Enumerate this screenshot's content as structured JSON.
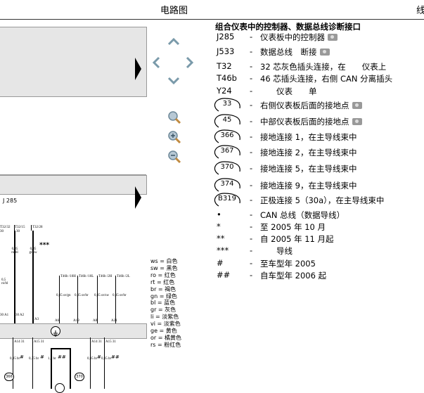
{
  "header": {
    "title": "电路图",
    "corner_char": "线"
  },
  "diagram": {
    "module_label": "J 285",
    "top_pins": [
      "T32/32",
      "T32/15",
      "T32/28"
    ],
    "top_pin_nums": [
      "30",
      "30",
      ""
    ],
    "wire_top": [
      "0,35 ro/bl",
      "0,35 gr/sw"
    ],
    "stars": "***",
    "right_pins": [
      "T46b /10H",
      "T46b /10L",
      "T46b /2H",
      "T46b /2L"
    ],
    "right_wires": [
      "0,35 or/gn",
      "0,35 or/br",
      "0,35 or/sw",
      "0,35 or/br"
    ],
    "left_wire": "0,5 ro/bl",
    "connector_pins": [
      "30 A1",
      "30 A2",
      "A3",
      "A6",
      "A19",
      "A8",
      "A21"
    ],
    "connector_icon": "ground-symbol",
    "bottom_pins": [
      "A14 31",
      "A15 31",
      "A14 31",
      "A15 31"
    ],
    "bottom_wires": [
      "0,35 br",
      "0,35 br",
      "1,5 br",
      "0,35 br",
      "0,35 br"
    ],
    "bottom_marks": [
      "#",
      "#",
      "##",
      "#",
      "##"
    ],
    "bottom_circles": [
      "366",
      "370"
    ]
  },
  "nav": {
    "up": "up-arrow",
    "down": "down-arrow",
    "left": "left-arrow",
    "right": "right-arrow",
    "zoom_fit": "magnifier",
    "zoom_in": "zoom-in",
    "zoom_out": "zoom-out"
  },
  "color_key": [
    "ws = 白色",
    "sw = 黑色",
    "ro = 红色",
    "rt = 红色",
    "br = 褐色",
    "gn = 绿色",
    "bl = 蓝色",
    "gr = 灰色",
    "li = 淡紫色",
    "vi = 淡紫色",
    "ge = 黄色",
    "or = 橘黄色",
    "rs = 粉红色"
  ],
  "legend": {
    "title": "组合仪表中的控制器、数据总线诊断接口",
    "items": [
      {
        "code": "J285",
        "desc": "仪表板中的控制器",
        "camera": true
      },
      {
        "code": "J533",
        "desc": "数据总线　断接",
        "camera": true
      },
      {
        "code": "T32",
        "desc": "32 芯灰色插头连接，在　　仪表上",
        "camera": false
      },
      {
        "code": "T46b",
        "desc": "46 芯插头连接，右侧 CAN 分离插头",
        "camera": false
      },
      {
        "code": "Y24",
        "desc": "　　仪表　　单",
        "camera": false
      },
      {
        "code": "33",
        "desc": "右侧仪表板后面的接地点",
        "camera": true
      },
      {
        "code": "45",
        "desc": "中部仪表板后面的接地点",
        "camera": true
      },
      {
        "code": "366",
        "desc": "接地连接 1，在主导线束中",
        "camera": false
      },
      {
        "code": "367",
        "desc": "接地连接 2，在主导线束中",
        "camera": false
      },
      {
        "code": "370",
        "desc": "接地连接 5，在主导线束中",
        "camera": false
      },
      {
        "code": "374",
        "desc": "接地连接 9，在主导线束中",
        "camera": false
      },
      {
        "code": "B319",
        "desc": "正极连接 5（30a），在主导线束中",
        "camera": false
      },
      {
        "code": "•",
        "desc": "CAN 总线（数据导线）",
        "camera": false
      },
      {
        "code": "*",
        "desc": "至 2005 年 10 月",
        "camera": false
      },
      {
        "code": "**",
        "desc": "自 2005 年 11 月起",
        "camera": false
      },
      {
        "code": "***",
        "desc": "　　导线",
        "camera": false
      },
      {
        "code": "#",
        "desc": "至车型年 2005",
        "camera": false
      },
      {
        "code": "##",
        "desc": "自车型年 2006 起",
        "camera": false
      }
    ]
  }
}
